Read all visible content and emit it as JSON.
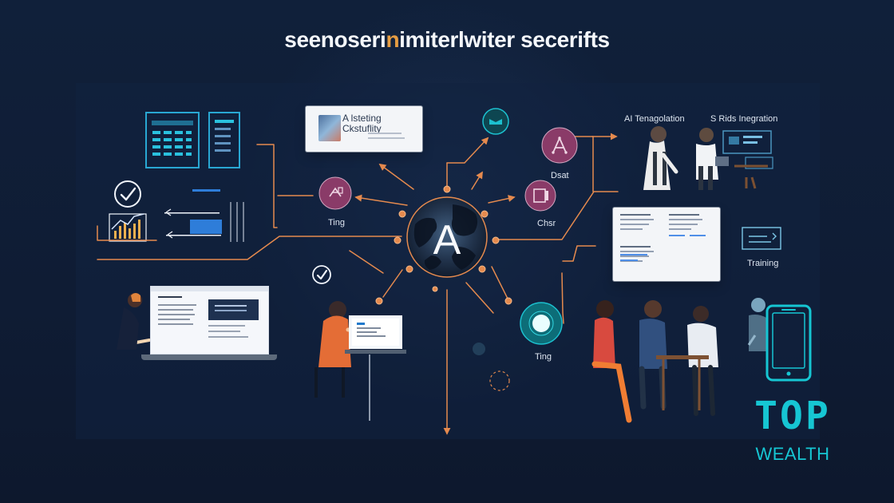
{
  "title": {
    "prefix": "seenoseri",
    "accent": "n",
    "suffix": "imiterlwiter secerifts"
  },
  "center_node": {
    "letter": "A"
  },
  "cards": {
    "left": {
      "line1": "A lsteting",
      "line2": "Ckstuflity"
    }
  },
  "labels": {
    "ting_left": "Ting",
    "dsat": "Dsat",
    "chsr": "Chsr",
    "ting_bottom": "Ting",
    "ai_tenagolation": "AI Tenagolation",
    "srids_inegration": "S Rids Inegration",
    "training": "Training"
  },
  "brand": {
    "top": "TOP",
    "wealth": "WEALTH"
  },
  "colors": {
    "background": "#0f1d35",
    "connector": "#e58a4e",
    "accent": "#16c6d3",
    "title": "#f4f7fb"
  },
  "icons": [
    "bar-chart-icon",
    "check-icon",
    "window-icon",
    "person-icon",
    "globe-icon",
    "phone-icon"
  ]
}
